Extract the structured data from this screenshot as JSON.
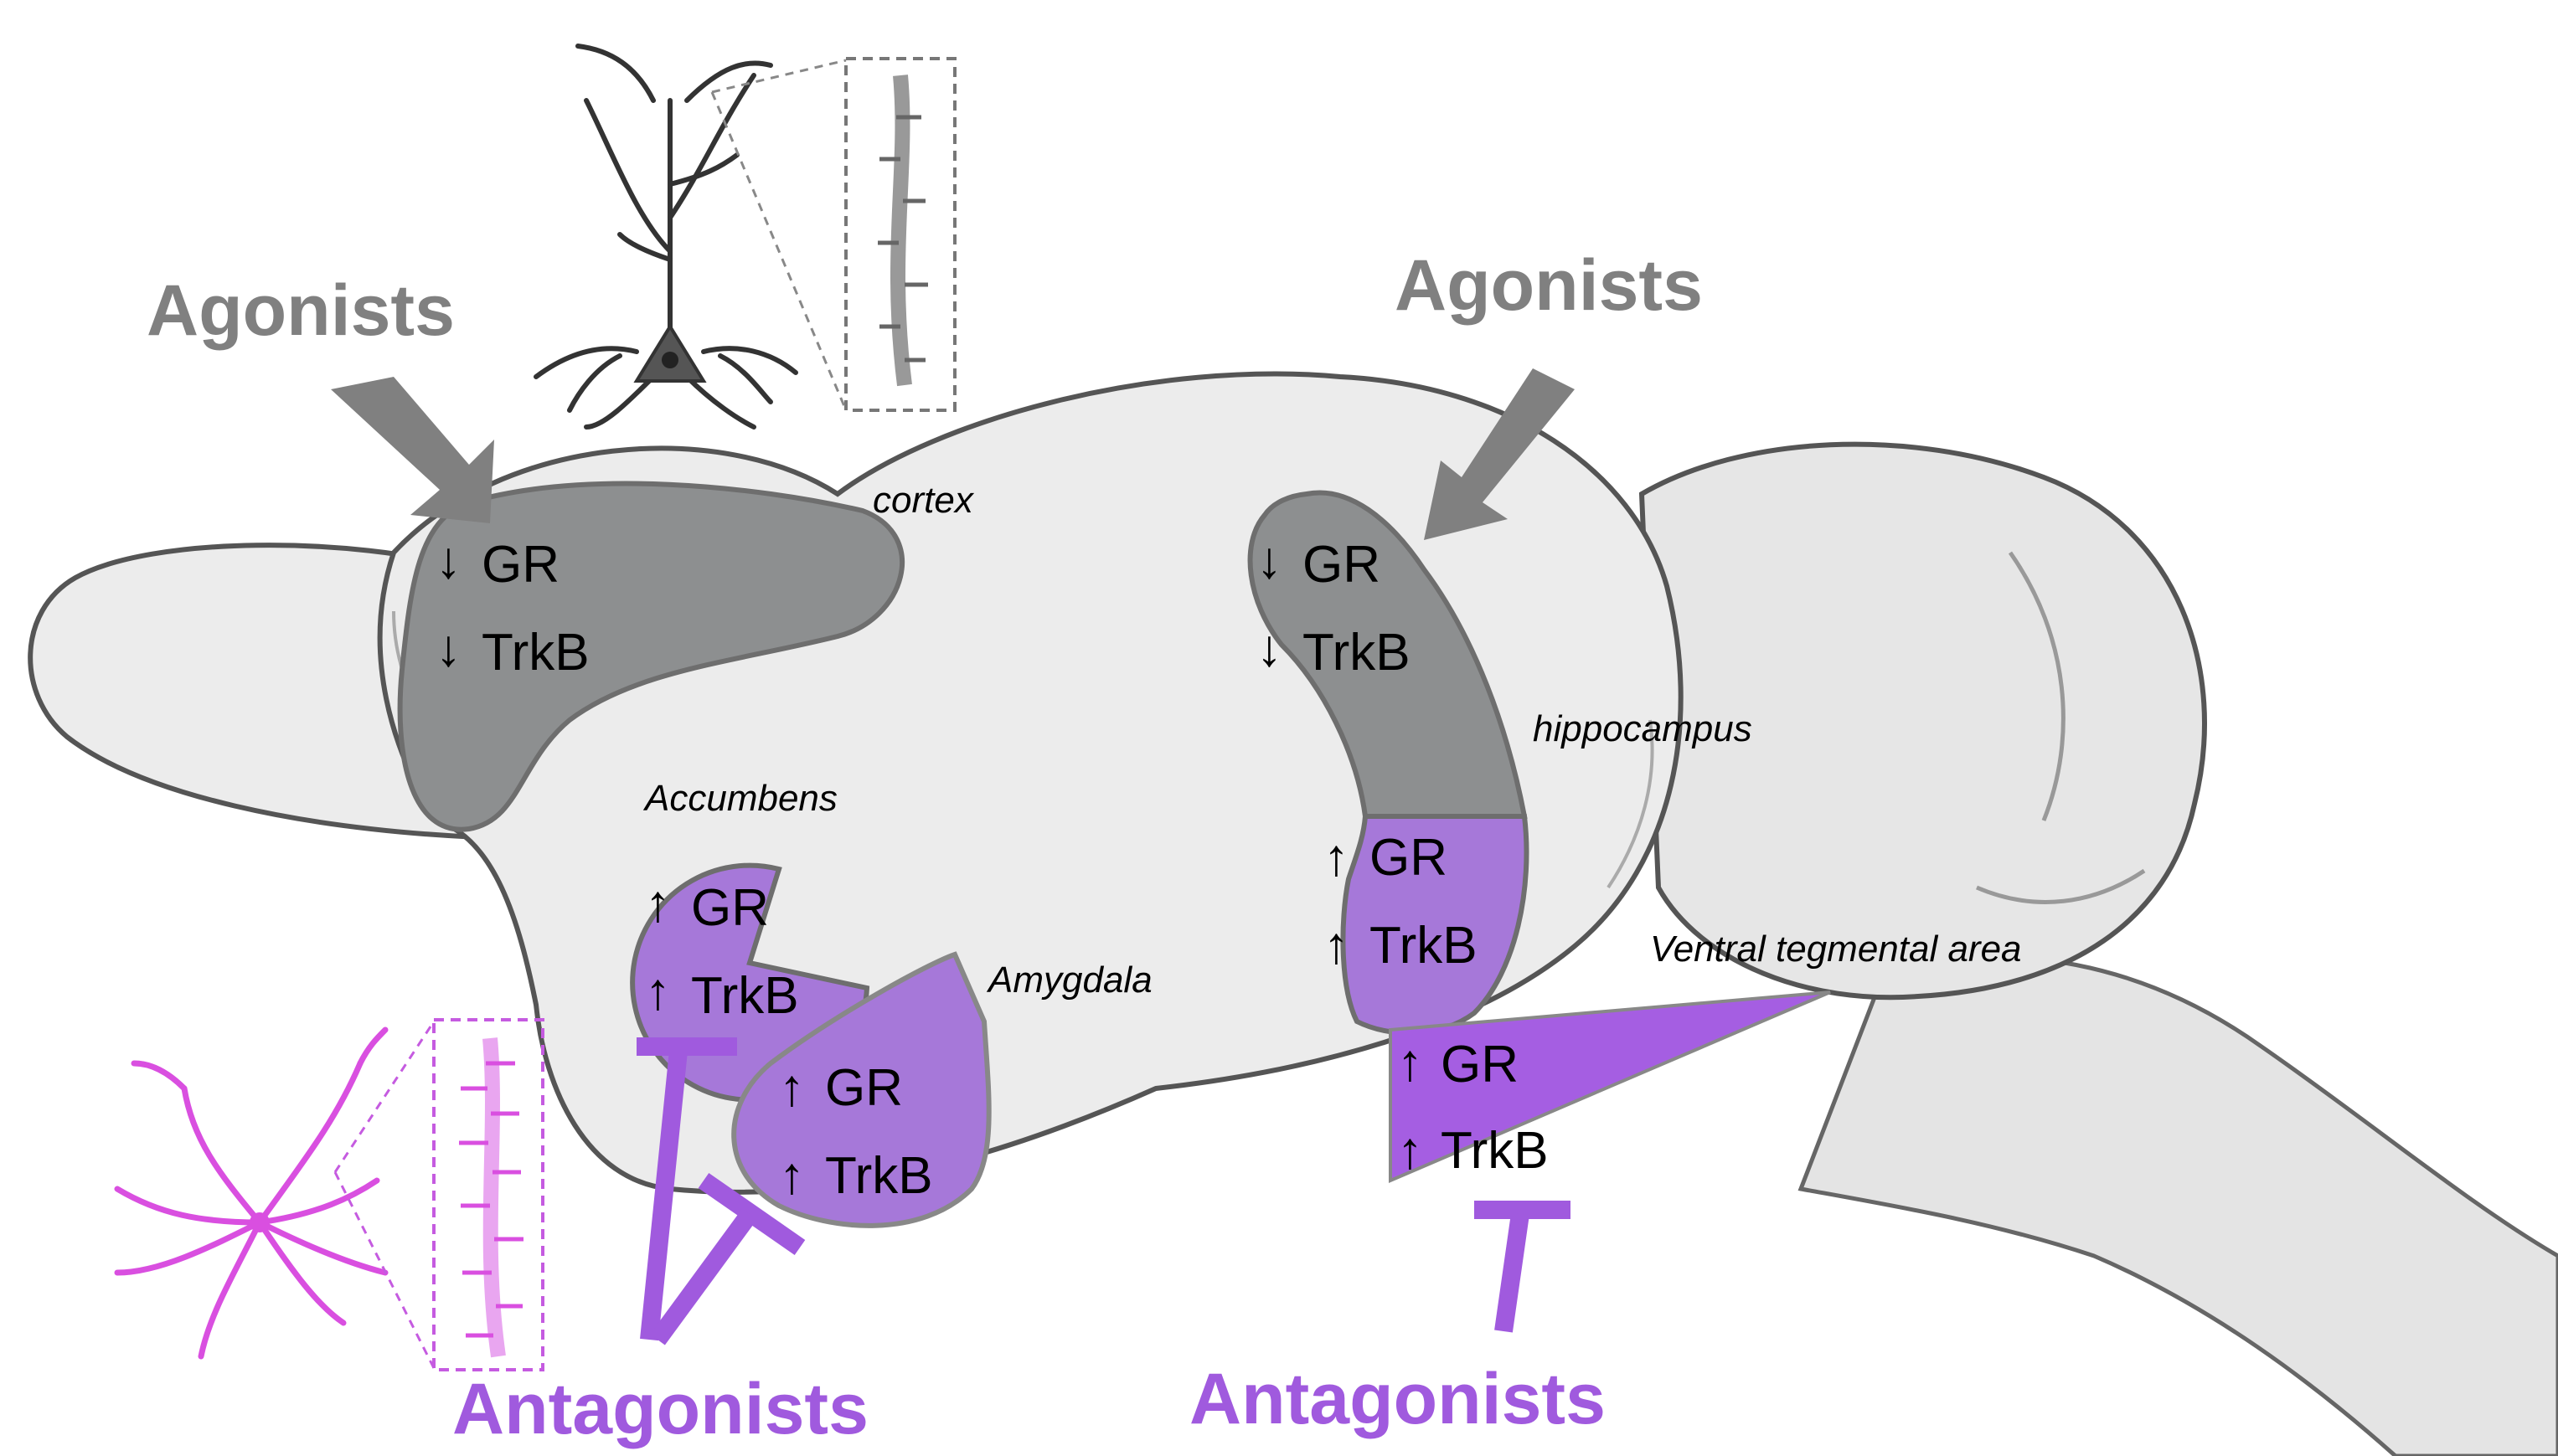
{
  "colors": {
    "agonist_gray": "#808080",
    "region_gray": "#8d8f90",
    "antagonist_purple": "#a05ade",
    "region_purple": "#a678d9",
    "brain_fill": "#ececec",
    "outline": "#555555"
  },
  "labels": {
    "agonists_left": "Agonists",
    "agonists_right": "Agonists",
    "antagonists_left": "Antagonists",
    "antagonists_right": "Antagonists"
  },
  "regions": {
    "cortex": {
      "name": "cortex",
      "gr": "GR",
      "trkb": "TrkB",
      "gr_arrow": "↓",
      "trkb_arrow": "↓"
    },
    "hippocampus": {
      "name": "hippocampus",
      "gr_top": "GR",
      "trkb_top": "TrkB",
      "gr_top_arrow": "↓",
      "trkb_top_arrow": "↓",
      "gr_bottom": "GR",
      "trkb_bottom": "TrkB",
      "gr_bottom_arrow": "↑",
      "trkb_bottom_arrow": "↑"
    },
    "accumbens": {
      "name": "Accumbens",
      "gr": "GR",
      "trkb": "TrkB",
      "gr_arrow": "↑",
      "trkb_arrow": "↑"
    },
    "amygdala": {
      "name": "Amygdala",
      "gr": "GR",
      "trkb": "TrkB",
      "gr_arrow": "↑",
      "trkb_arrow": "↑"
    },
    "vta": {
      "name": "Ventral tegmental area",
      "gr": "GR",
      "trkb": "TrkB",
      "gr_arrow": "↑",
      "trkb_arrow": "↑"
    }
  },
  "icons": [
    "pyramidal-neuron-icon",
    "dendrite-spines-inset-icon",
    "star-neuron-icon",
    "purple-dendrite-inset-icon",
    "agonist-arrow-icon",
    "antagonist-tbar-icon"
  ]
}
